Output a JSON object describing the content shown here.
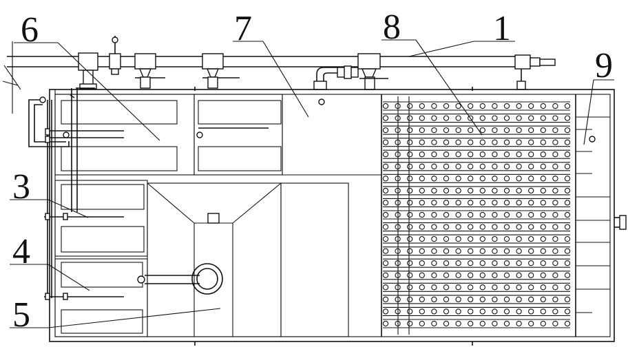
{
  "labels": {
    "l1": "1",
    "l3": "3",
    "l4": "4",
    "l5": "5",
    "l6": "6",
    "l7": "7",
    "l8": "8",
    "l9": "9"
  },
  "colors": {
    "line": "#111111",
    "background": "#ffffff"
  }
}
